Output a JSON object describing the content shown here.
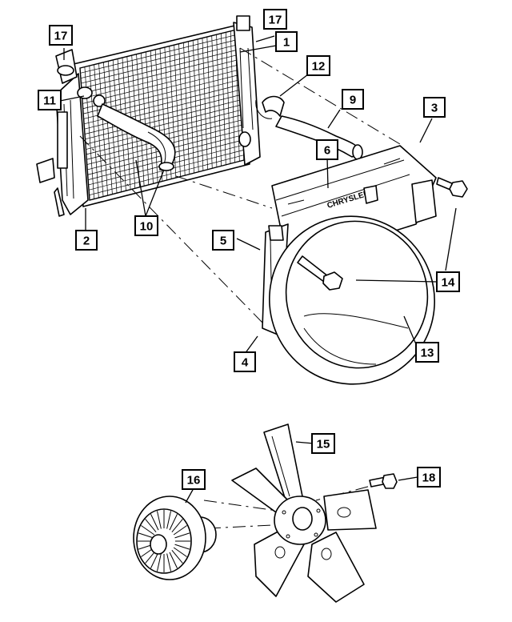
{
  "diagram": {
    "callouts": [
      {
        "id": "c1",
        "label": "1"
      },
      {
        "id": "c2",
        "label": "2"
      },
      {
        "id": "c3",
        "label": "3"
      },
      {
        "id": "c4",
        "label": "4"
      },
      {
        "id": "c5",
        "label": "5"
      },
      {
        "id": "c6",
        "label": "6"
      },
      {
        "id": "c9",
        "label": "9"
      },
      {
        "id": "c10",
        "label": "10"
      },
      {
        "id": "c11",
        "label": "11"
      },
      {
        "id": "c12",
        "label": "12"
      },
      {
        "id": "c13",
        "label": "13"
      },
      {
        "id": "c14",
        "label": "14"
      },
      {
        "id": "c15",
        "label": "15"
      },
      {
        "id": "c16",
        "label": "16"
      },
      {
        "id": "c17a",
        "label": "17"
      },
      {
        "id": "c17b",
        "label": "17"
      },
      {
        "id": "c18",
        "label": "18"
      }
    ],
    "shroud_stamp": "CHRYSLER"
  }
}
